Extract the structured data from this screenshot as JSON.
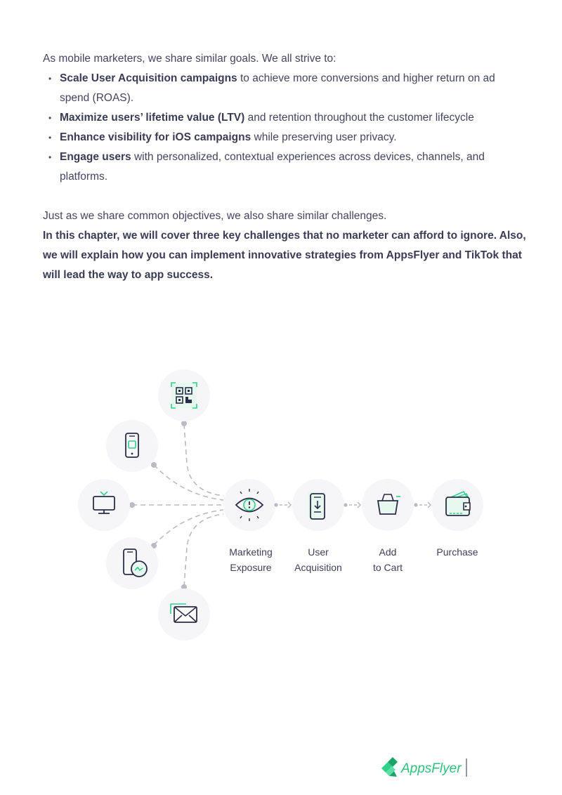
{
  "intro": {
    "lead": "As mobile marketers, we share similar goals. We all strive to:",
    "bullets": [
      {
        "bold": "Scale User Acquisition campaigns",
        "rest": " to achieve more conversions and higher return on ad spend (ROAS)."
      },
      {
        "bold": "Maximize users’ lifetime value (LTV)",
        "rest": " and retention throughout the customer lifecycle"
      },
      {
        "bold": "Enhance visibility for iOS campaigns",
        "rest": " while preserving user privacy."
      },
      {
        "bold": "Engage users",
        "rest": " with personalized, contextual experiences across devices, channels, and platforms."
      }
    ]
  },
  "para2": {
    "plain": "Just as we share common objectives, we also share similar challenges.",
    "bold": "In this chapter, we will cover three key challenges that no marketer can afford to ignore. Also, we will explain how you can implement innovative strategies from AppsFlyer and TikTok that will lead the way to app success."
  },
  "diagram": {
    "channels": [
      "qr-code-icon",
      "smartphone-icon",
      "tv-icon",
      "phone-payment-icon",
      "envelope-icon"
    ],
    "steps": [
      {
        "line1": "Marketing",
        "line2": "Exposure",
        "icon": "eye-icon"
      },
      {
        "line1": "User",
        "line2": "Acquisition",
        "icon": "download-phone-icon"
      },
      {
        "line1": "Add",
        "line2": "to Cart",
        "icon": "basket-icon"
      },
      {
        "line1": "Purchase",
        "line2": "",
        "icon": "wallet-icon"
      }
    ],
    "colors": {
      "accent": "#2fd08a",
      "stroke": "#2b2d48",
      "dash": "#b9bac6",
      "circle": "#f6f6f9"
    }
  },
  "footer": {
    "logo_text": "AppsFlyer"
  }
}
